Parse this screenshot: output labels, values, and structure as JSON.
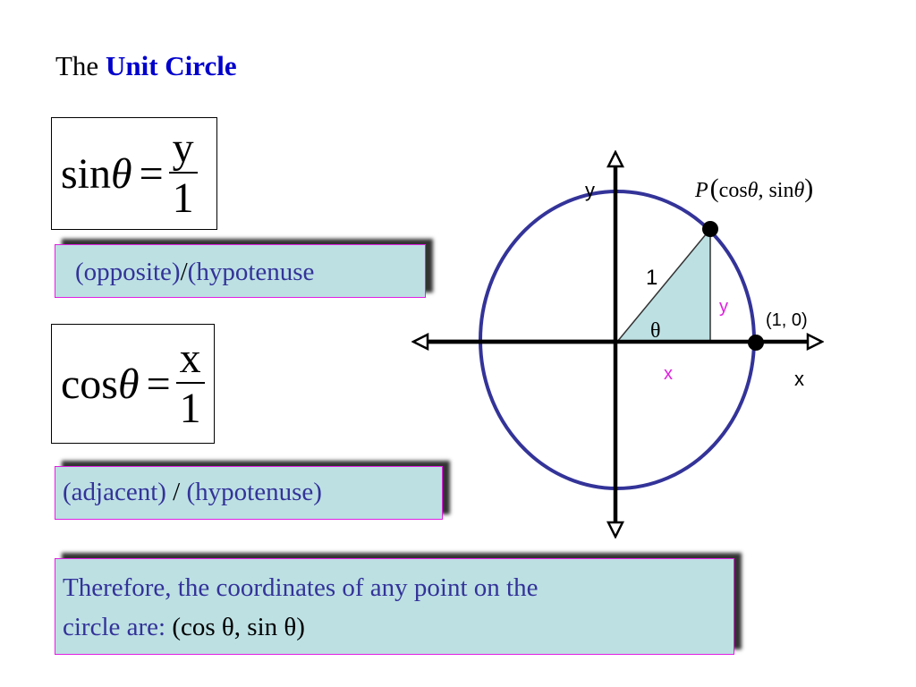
{
  "title": {
    "prefix": "The",
    "accent": "Unit Circle"
  },
  "sin_formula": {
    "func": "sin",
    "symbol": "θ",
    "equals": "=",
    "numerator": "y",
    "denominator": "1"
  },
  "sin_callout": {
    "opposite": "(opposite)",
    "slash": "/",
    "hypotenuse": "(hypotenuse"
  },
  "cos_formula": {
    "func": "cos",
    "symbol": "θ",
    "equals": "=",
    "numerator": "x",
    "denominator": "1"
  },
  "cos_callout": {
    "adjacent": "(adjacent)",
    "slash": " / ",
    "hypotenuse": "(hypotenuse)"
  },
  "conclusion": {
    "line1": "Therefore, the coordinates of any point on the",
    "line2_lead": "circle are: ",
    "line2_coords": "(cos θ, sin θ)"
  },
  "diagram": {
    "y_axis_label": "y",
    "x_axis_label": "x",
    "point_label_P": "P",
    "point_label_coords": "(cosθ, sinθ)",
    "point_label_open": "(",
    "point_label_cos": "cos",
    "point_label_theta1": "θ",
    "point_label_comma": ", ",
    "point_label_sin": "sin",
    "point_label_theta2": "θ",
    "point_label_close": ")",
    "unit_point_label": "(1, 0)",
    "hypotenuse_label": "1",
    "angle_label": "θ",
    "leg_y_label": "y",
    "leg_x_label": "x",
    "colors": {
      "circle": "#333399",
      "triangle_fill": "#bde0e3",
      "leg_label": "#e020e0",
      "callout_bg": "#bde0e3",
      "callout_text": "#333399",
      "title_accent": "#0000cc"
    }
  }
}
